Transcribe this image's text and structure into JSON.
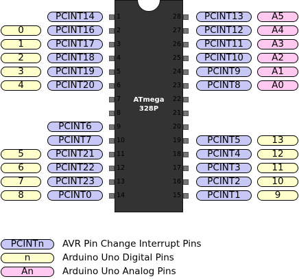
{
  "chip": {
    "line1": "ATmega",
    "line2": "328P"
  },
  "left_rows": [
    {
      "pin": "1",
      "pcint": "PCINT14",
      "arduino": ""
    },
    {
      "pin": "2",
      "pcint": "PCINT16",
      "arduino": "0"
    },
    {
      "pin": "3",
      "pcint": "PCINT17",
      "arduino": "1"
    },
    {
      "pin": "4",
      "pcint": "PCINT18",
      "arduino": "2"
    },
    {
      "pin": "5",
      "pcint": "PCINT19",
      "arduino": "3"
    },
    {
      "pin": "6",
      "pcint": "PCINT20",
      "arduino": "4"
    },
    {
      "pin": "7",
      "pcint": "",
      "arduino": ""
    },
    {
      "pin": "8",
      "pcint": "",
      "arduino": ""
    },
    {
      "pin": "9",
      "pcint": "PCINT6",
      "arduino": ""
    },
    {
      "pin": "10",
      "pcint": "PCINT7",
      "arduino": ""
    },
    {
      "pin": "11",
      "pcint": "PCINT21",
      "arduino": "5"
    },
    {
      "pin": "12",
      "pcint": "PCINT22",
      "arduino": "6"
    },
    {
      "pin": "13",
      "pcint": "PCINT23",
      "arduino": "7"
    },
    {
      "pin": "14",
      "pcint": "PCINT0",
      "arduino": "8"
    }
  ],
  "right_rows": [
    {
      "pin": "28",
      "pcint": "PCINT13",
      "arduino": "A5",
      "kind": "analog"
    },
    {
      "pin": "27",
      "pcint": "PCINT12",
      "arduino": "A4",
      "kind": "analog"
    },
    {
      "pin": "26",
      "pcint": "PCINT11",
      "arduino": "A3",
      "kind": "analog"
    },
    {
      "pin": "25",
      "pcint": "PCINT10",
      "arduino": "A2",
      "kind": "analog"
    },
    {
      "pin": "24",
      "pcint": "PCINT9",
      "arduino": "A1",
      "kind": "analog"
    },
    {
      "pin": "23",
      "pcint": "PCINT8",
      "arduino": "A0",
      "kind": "analog"
    },
    {
      "pin": "22",
      "pcint": "",
      "arduino": "",
      "kind": ""
    },
    {
      "pin": "21",
      "pcint": "",
      "arduino": "",
      "kind": ""
    },
    {
      "pin": "20",
      "pcint": "",
      "arduino": "",
      "kind": ""
    },
    {
      "pin": "19",
      "pcint": "PCINT5",
      "arduino": "13",
      "kind": "digital"
    },
    {
      "pin": "18",
      "pcint": "PCINT4",
      "arduino": "12",
      "kind": "digital"
    },
    {
      "pin": "17",
      "pcint": "PCINT3",
      "arduino": "11",
      "kind": "digital"
    },
    {
      "pin": "16",
      "pcint": "PCINT2",
      "arduino": "10",
      "kind": "digital"
    },
    {
      "pin": "15",
      "pcint": "PCINT1",
      "arduino": "9",
      "kind": "digital"
    }
  ],
  "legend": [
    {
      "swatch": "PCINTn",
      "kind": "pcint",
      "text": "AVR Pin Change Interrupt Pins"
    },
    {
      "swatch": "n",
      "kind": "digital",
      "text": "Arduino Uno Digital Pins"
    },
    {
      "swatch": "An",
      "kind": "analog",
      "text": "Arduino Uno Analog Pins"
    }
  ],
  "colors": {
    "pcint": "#c8c8f6",
    "digital": "#ffffcc",
    "analog": "#ffc8f0",
    "chip_body": "#333333"
  }
}
